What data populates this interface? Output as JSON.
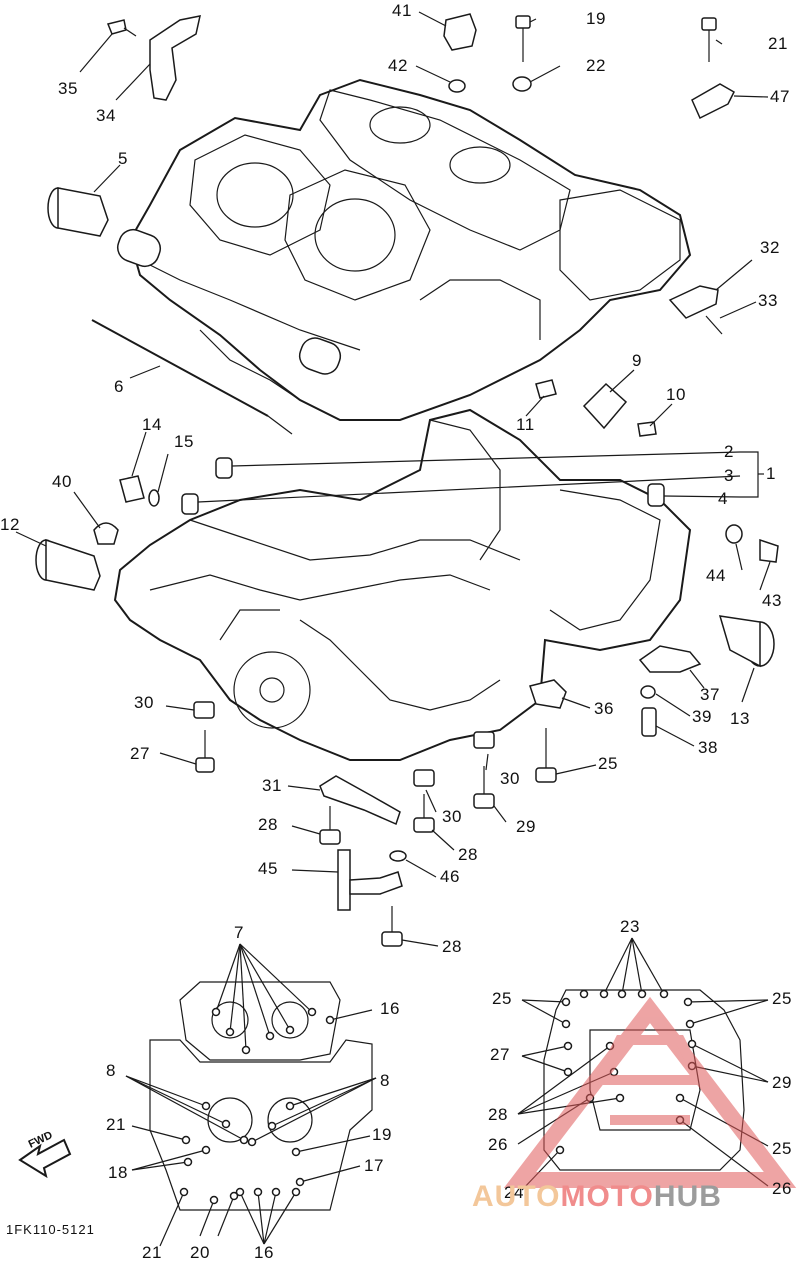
{
  "callouts": [
    "1",
    "2",
    "3",
    "4",
    "5",
    "6",
    "7",
    "8",
    "9",
    "10",
    "11",
    "12",
    "13",
    "14",
    "15",
    "16",
    "17",
    "18",
    "19",
    "20",
    "21",
    "22",
    "23",
    "24",
    "25",
    "26",
    "27",
    "28",
    "29",
    "30",
    "31",
    "32",
    "33",
    "34",
    "35",
    "36",
    "37",
    "38",
    "39",
    "40",
    "41",
    "42",
    "43",
    "44",
    "45",
    "46",
    "47"
  ],
  "labels": {
    "l41": "41",
    "l19a": "19",
    "l21a": "21",
    "l42": "42",
    "l22": "22",
    "l47": "47",
    "l35": "35",
    "l34": "34",
    "l5": "5",
    "l32": "32",
    "l33": "33",
    "l6": "6",
    "l9": "9",
    "l10": "10",
    "l11": "11",
    "l14": "14",
    "l15": "15",
    "l2": "2",
    "l3": "3",
    "l1": "1",
    "l4": "4",
    "l40": "40",
    "l12": "12",
    "l44": "44",
    "l43": "43",
    "l13": "13",
    "l37": "37",
    "l39": "39",
    "l38": "38",
    "l36": "36",
    "l30a": "30",
    "l27a": "27",
    "l25a": "25",
    "l31": "31",
    "l30b": "30",
    "l30c": "30",
    "l29a": "29",
    "l28a": "28",
    "l28b": "28",
    "l45": "45",
    "l46": "46",
    "l28c": "28",
    "l7": "7",
    "l16a": "16",
    "l8a": "8",
    "l8b": "8",
    "l21b": "21",
    "l19b": "19",
    "l18": "18",
    "l17": "17",
    "l21c": "21",
    "l20": "20",
    "l16b": "16",
    "l23": "23",
    "l25b": "25",
    "l25c": "25",
    "l27b": "27",
    "l29b": "29",
    "l28d": "28",
    "l26a": "26",
    "l25d": "25",
    "l24": "24",
    "l26b": "26"
  },
  "diagram_code": "1FK110-5121",
  "fwd_marker": "FWD",
  "watermark": {
    "auto": "AUTO",
    "moto": "MOTO",
    "hub": "HUB",
    "colors": {
      "auto": "#f3c79a",
      "moto": "#f08c8c",
      "hub": "#9c9c9c",
      "logo": "#e05a5a"
    }
  }
}
